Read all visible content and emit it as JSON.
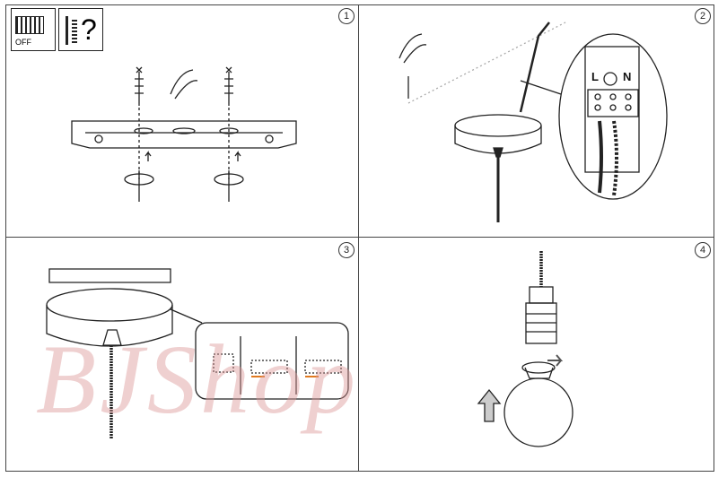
{
  "steps": [
    {
      "number": "1"
    },
    {
      "number": "2"
    },
    {
      "number": "3"
    },
    {
      "number": "4"
    }
  ],
  "icons": {
    "power_off_label": "OFF",
    "question_mark": "?"
  },
  "wiring": {
    "live": "L",
    "neutral": "N"
  },
  "watermark": "BJShop"
}
